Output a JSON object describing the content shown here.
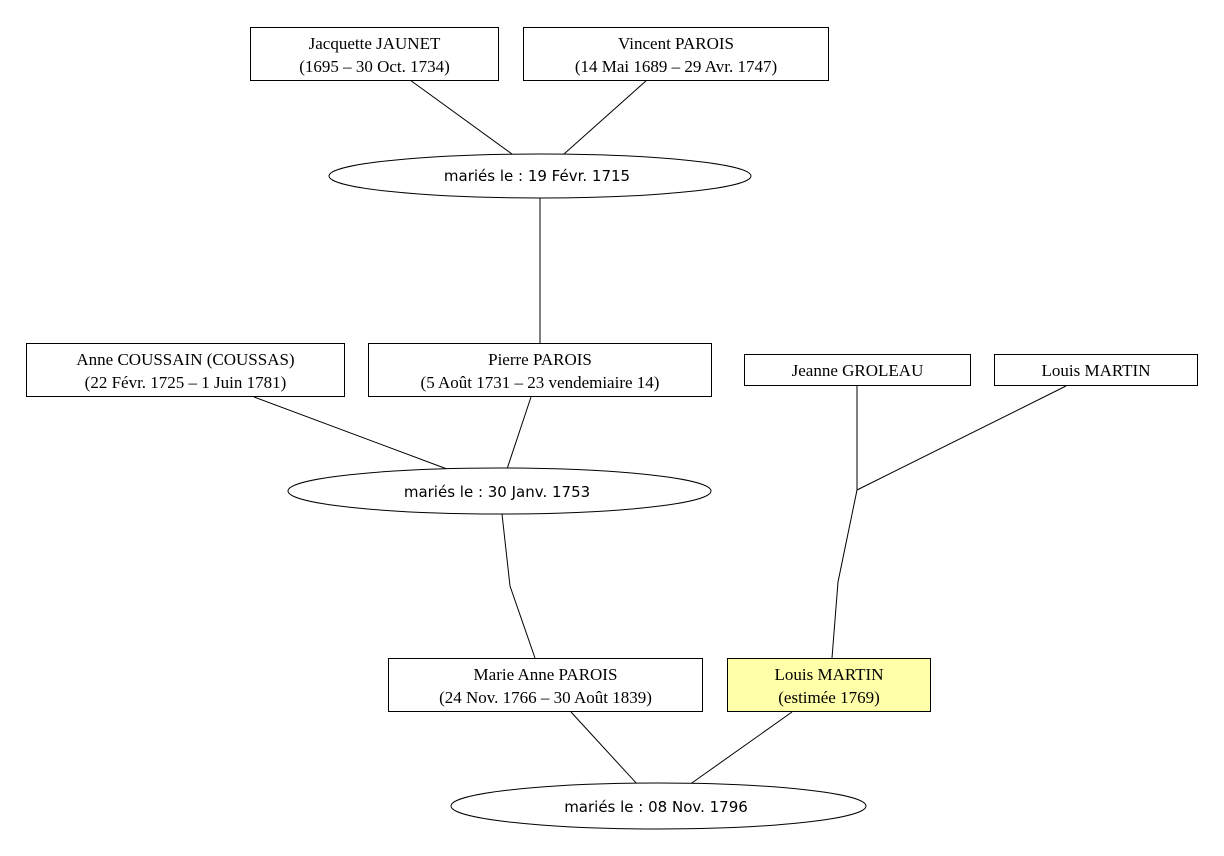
{
  "colors": {
    "background": "#ffffff",
    "stroke": "#000000",
    "highlight_fill": "#ffffaa"
  },
  "persons": {
    "jacquette_jaunet": {
      "name": "Jacquette JAUNET",
      "dates": "(1695 – 30 Oct. 1734)"
    },
    "vincent_parois": {
      "name": "Vincent PAROIS",
      "dates": "(14 Mai 1689 – 29 Avr. 1747)"
    },
    "anne_coussain": {
      "name": "Anne COUSSAIN (COUSSAS)",
      "dates": "(22 Févr. 1725 – 1 Juin 1781)"
    },
    "pierre_parois": {
      "name": "Pierre PAROIS",
      "dates": "(5 Août 1731 – 23 vendemiaire 14)"
    },
    "jeanne_groleau": {
      "name": "Jeanne GROLEAU"
    },
    "louis_martin_father": {
      "name": "Louis MARTIN"
    },
    "marie_anne_parois": {
      "name": "Marie Anne PAROIS",
      "dates": "(24 Nov. 1766 – 30 Août 1839)"
    },
    "louis_martin": {
      "name": "Louis MARTIN",
      "dates": "(estimée 1769)",
      "highlighted": true
    }
  },
  "marriages": {
    "m1715": {
      "label": "mariés le : 19 Févr. 1715"
    },
    "m1753": {
      "label": "mariés le : 30 Janv. 1753"
    },
    "m1796": {
      "label": "mariés le : 08 Nov. 1796"
    }
  }
}
